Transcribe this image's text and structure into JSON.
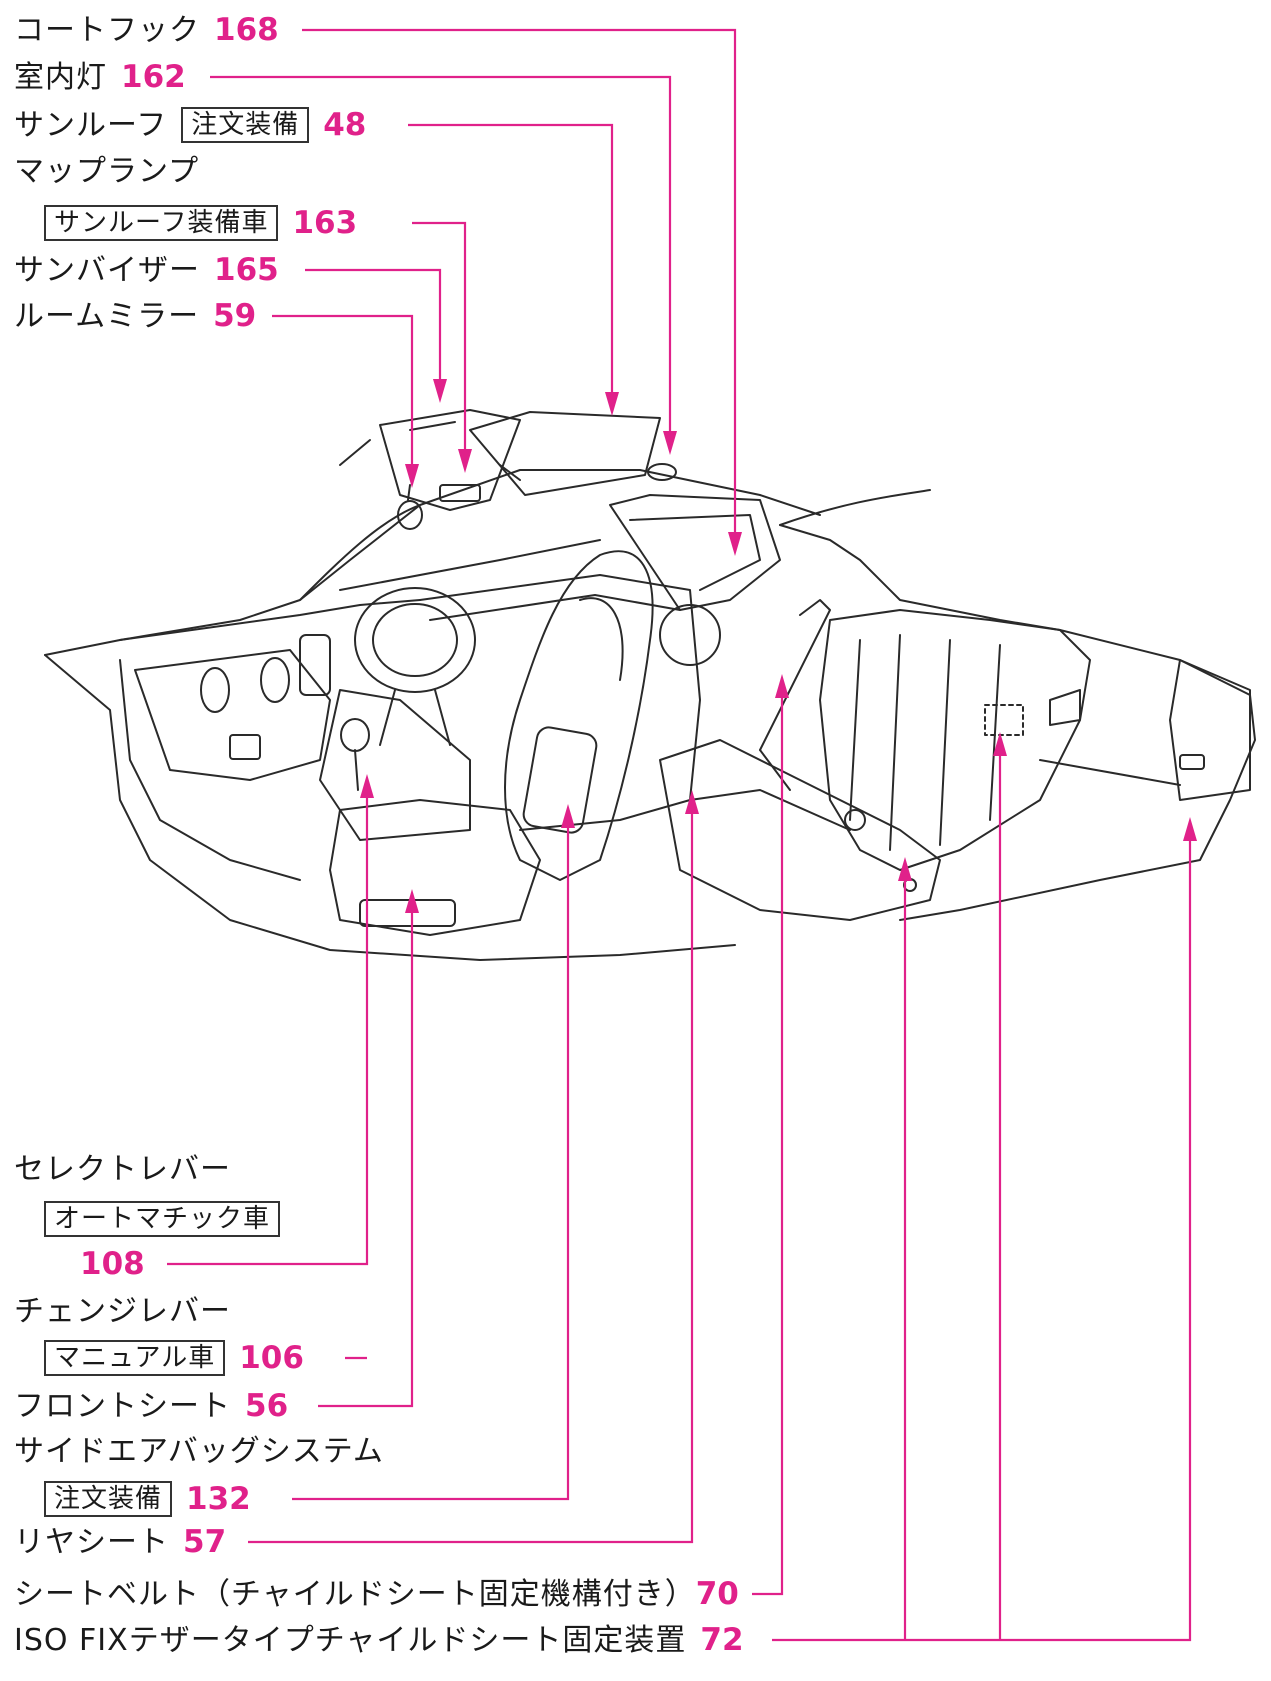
{
  "callouts": {
    "coat_hook": {
      "label": "コートフック",
      "page": "168"
    },
    "room_lamp": {
      "label": "室内灯",
      "page": "162"
    },
    "sunroof": {
      "label": "サンルーフ",
      "tag": "注文装備",
      "page": "48"
    },
    "map_lamp": {
      "label": "マップランプ",
      "tag": "サンルーフ装備車",
      "page": "163"
    },
    "sun_visor": {
      "label": "サンバイザー",
      "page": "165"
    },
    "room_mirror": {
      "label": "ルームミラー",
      "page": "59"
    },
    "select_lever": {
      "label": "セレクトレバー",
      "tag": "オートマチック車",
      "page": "108"
    },
    "change_lever": {
      "label": "チェンジレバー",
      "tag": "マニュアル車",
      "page": "106"
    },
    "front_seat": {
      "label": "フロントシート",
      "page": "56"
    },
    "side_airbag": {
      "label": "サイドエアバッグシステム",
      "tag": "注文装備",
      "page": "132"
    },
    "rear_seat": {
      "label": "リヤシート",
      "page": "57"
    },
    "seat_belt": {
      "label": "シートベルト（チャイルドシート固定機構付き）",
      "page": "70"
    },
    "isofix": {
      "label": "ISO FIXテザータイプチャイルドシート固定装置",
      "page": "72"
    }
  },
  "colors": {
    "leader": "#e0218a",
    "drawing": "#2a2a2a"
  }
}
